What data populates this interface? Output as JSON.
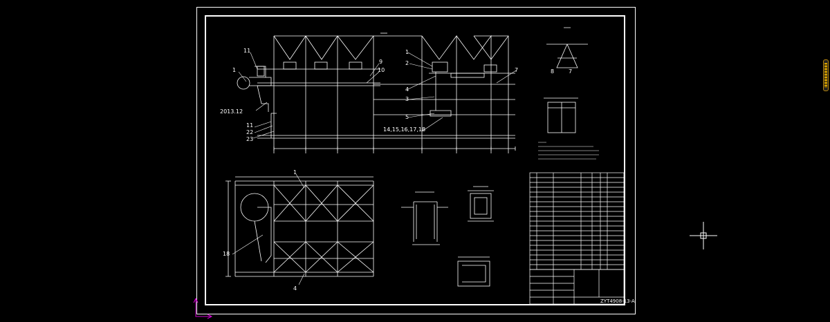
{
  "colors": {
    "background": "#000000",
    "line": "#ffffff",
    "cursor": "#ffffff",
    "ucs": "#d400d4",
    "accent": "#ffff00"
  },
  "elevation_view": {
    "callouts_left": [
      "11",
      "1",
      "2013.12",
      "11",
      "22",
      "23"
    ],
    "callouts_mid": [
      "1",
      "2",
      "4",
      "3",
      "5"
    ],
    "callouts_right": [
      "9",
      "10",
      "7"
    ],
    "member_label": "14,15,16,17,18"
  },
  "plan_view": {
    "callouts": [
      "1",
      "18",
      "4"
    ]
  },
  "detail_callouts": [
    "8",
    "7"
  ],
  "title_block": {
    "drawing_number": "ZYT4908-13-A"
  },
  "icons": [
    "ucs-icon",
    "crosshair-cursor-icon",
    "scroll-grip-icon"
  ]
}
